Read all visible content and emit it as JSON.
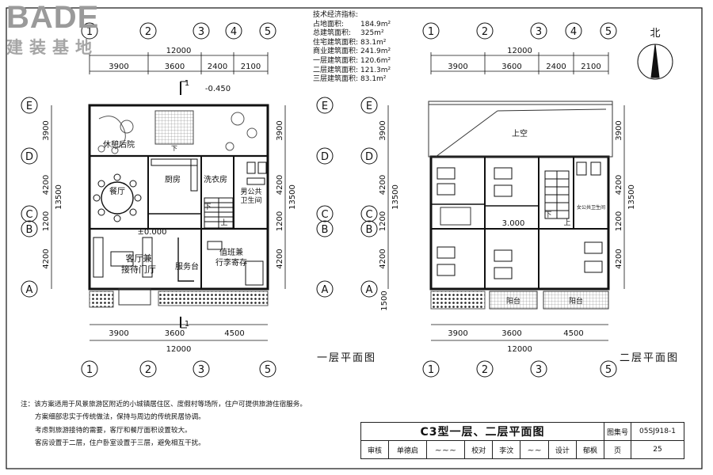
{
  "logo": {
    "text": "BADE",
    "sub": "建装基地"
  },
  "tech": {
    "heading": "技术经济指标:",
    "rows": [
      {
        "k": "占地面积:",
        "v": "184.9m²"
      },
      {
        "k": "总建筑面积:",
        "v": "325m²"
      },
      {
        "k": "住宅建筑面积:",
        "v": "83.1m²"
      },
      {
        "k": "商业建筑面积:",
        "v": "241.9m²"
      },
      {
        "k": "一层建筑面积:",
        "v": "120.6m²"
      },
      {
        "k": "二层建筑面积:",
        "v": "121.3m²"
      },
      {
        "k": "三层建筑面积:",
        "v": "83.1m²"
      }
    ]
  },
  "axes": {
    "cols": [
      "1",
      "2",
      "3",
      "4",
      "5"
    ],
    "rows": [
      "E",
      "D",
      "C",
      "B",
      "A"
    ],
    "top_spans": [
      "3900",
      "3600",
      "2400",
      "2100"
    ],
    "top_total": "12000",
    "bottom_spans": [
      "3900",
      "3600",
      "4500"
    ],
    "bottom_total": "12000",
    "left_spans": [
      "3900",
      "4200",
      "1200",
      "4200"
    ],
    "left_total": "13500",
    "right_spans": [
      "3900",
      "4200",
      "1200",
      "4200"
    ],
    "right_total": "13500",
    "balcony_span": "1500"
  },
  "plan1": {
    "title": "一层平面图",
    "rooms": {
      "garden": "休憩后院",
      "dining": "餐厅",
      "kitchen": "厨房",
      "laundry": "洗衣房",
      "wc": "男公共\n卫生间",
      "living": "客厅兼\n接待门厅",
      "service": "服务台",
      "duty": "值班兼\n行李寄存"
    },
    "level": "±0.000",
    "level_low": "-0.450",
    "section": "1",
    "stair_down": "下",
    "stair_up": "上"
  },
  "plan2": {
    "title": "二层平面图",
    "void": "上空",
    "level": "3.000",
    "wc": "女公共卫生间",
    "balcony": "阳台",
    "stair_down": "下",
    "stair_up": "上"
  },
  "north": "北",
  "notes": [
    "注：该方案适用于风景旅游区附近的小城镇居住区、度假村等场所，住户可提供旅游住宿服务。",
    "方案细部忠实于传统做法，保持与周边的传统民居协调。",
    "考虑到旅游接待的需要，客厅和餐厅面积设置较大。",
    "客房设置于二层，住户卧室设置于三层，避免相互干扰。"
  ],
  "title_block": {
    "sheet_title": "C3型一层、二层平面图",
    "atlas_label": "图集号",
    "atlas_no": "05SJ918-1",
    "review_label": "审核",
    "reviewer": "单德启",
    "check_label": "校对",
    "checker": "李汶",
    "design_label": "设计",
    "designer": "郁枫",
    "page_label": "页",
    "page_no": "25"
  }
}
